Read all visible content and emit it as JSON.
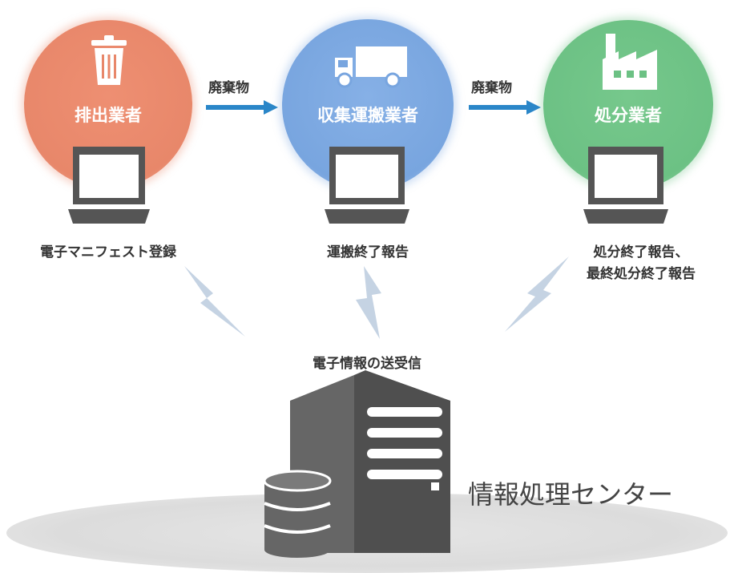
{
  "actors": [
    {
      "label": "排出業者",
      "icon": "trash-icon",
      "caption": "電子マニフェスト登録"
    },
    {
      "label": "収集運搬業者",
      "icon": "truck-icon",
      "caption": "運搬終了報告"
    },
    {
      "label": "処分業者",
      "icon": "factory-icon",
      "caption_line1": "処分終了報告、",
      "caption_line2": "最終処分終了報告"
    }
  ],
  "arrows": [
    {
      "label": "廃棄物"
    },
    {
      "label": "廃棄物"
    }
  ],
  "center": {
    "caption": "電子情報の送受信",
    "name": "情報処理センター"
  },
  "colors": {
    "generator": "#e8876a",
    "transporter": "#7aa7e0",
    "disposer": "#6cc184",
    "arrow": "#2a86c8",
    "lightning": "#c5d3e3",
    "device": "#555555",
    "ground": "#e3e3e3"
  }
}
